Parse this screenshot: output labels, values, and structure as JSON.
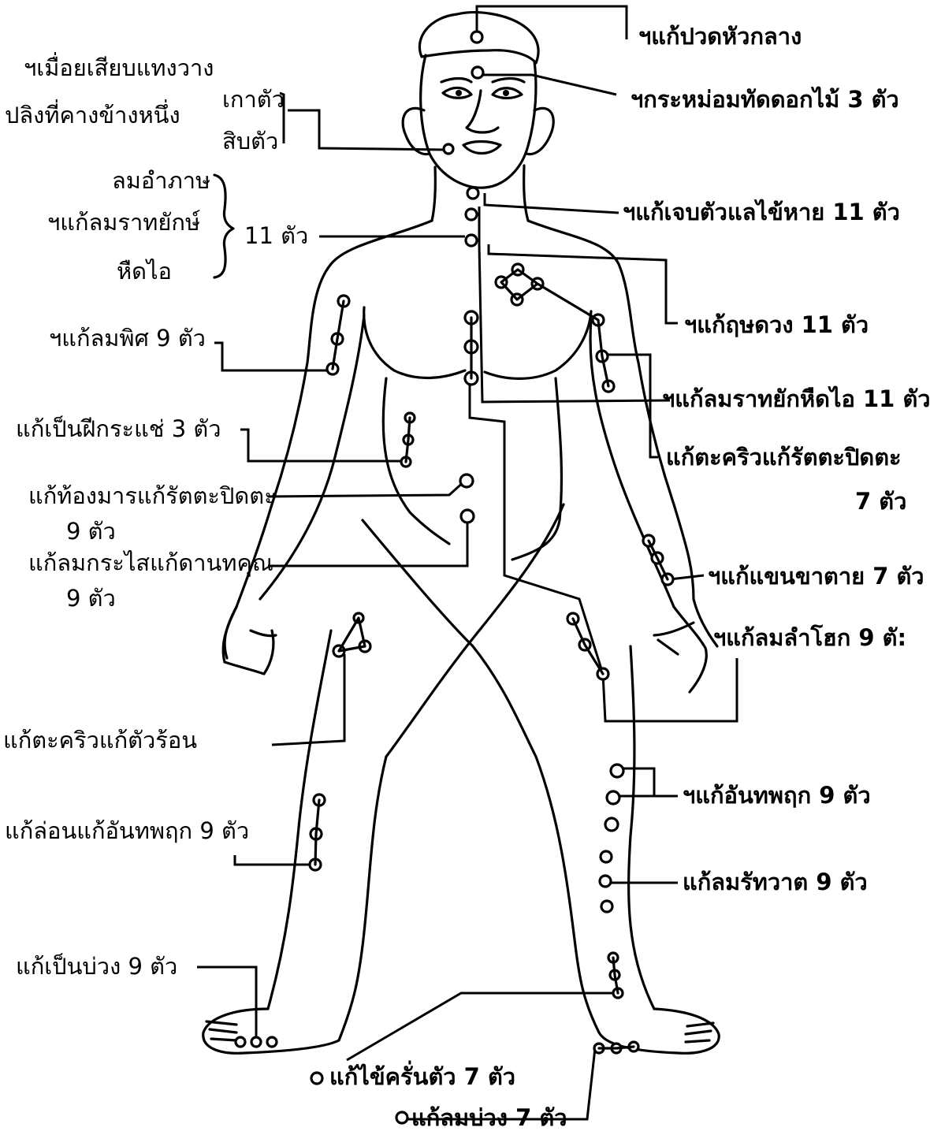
{
  "labels": {
    "head_center": "ฯแก้ปวดหัวกลาง",
    "flower_bunch": "ฯกระหม่อมทัดดอกไม้ 3 ตัว",
    "stiff_jaw_1": "ฯเมื่อยเสียบแทงวาง",
    "stiff_jaw_2": "ปลิงที่คางข้างหนึ่ง",
    "nine_points": "เกาตัว",
    "ten_points": "สิบตัว",
    "lom_ampat": "ลมอำภาษ",
    "lom_rachayak": "ฯแก้ลมราทยักษ์",
    "huet_ai": "หืดไอ",
    "eleven": "11 ตัว",
    "fever_death": "ฯแก้เจบตัวแลไข้หาย 11 ตัว",
    "tuberculosis": "ฯแก้ฤษดวง 11 ตัว",
    "lom_pit": "ฯแก้ลมพิศ 9 ตัว",
    "asthma_right": "ฯแก้ลมราทยักหืดไอ 11 ตัว",
    "abscess": "แก้เป็นฝีกระแช่ 3 ตัว",
    "convulsion_arm_1": "แก้ตะคริวแก้รัตตะปิดตะ",
    "convulsion_arm_2": "7 ตัว",
    "belly_1": "แก้ท้องมารแก้รัตตะปิดตะ",
    "belly_2": "9 ตัว",
    "lom_krasai_1": "แก้ลมกระไสแก้ดานทคุณ",
    "lom_krasai_2": "9 ตัว",
    "arm_paralysis": "ฯแก้แขนขาตาย 7 ตัว",
    "lom_lamok": "ฯแก้ลมลำโฮก 9 ตั:",
    "cramp_heat": "แก้ตะคริวแก้ตัวร้อน",
    "leg_right": "ฯแก้อันทพฤก 9 ตัว",
    "lom_rattawat": "แก้ลมรัทวาต 9 ตัว",
    "leg_left": "แก้ล่อนแก้อันทพฤก 9 ตัว",
    "numb_left": "แก้เป็นบ่วง 9 ตัว",
    "shiver_fever": "แก้ไข้ครั่นตัว 7 ตัว",
    "lom_buang": "แก้ลมบ่วง 7 ตัว"
  }
}
